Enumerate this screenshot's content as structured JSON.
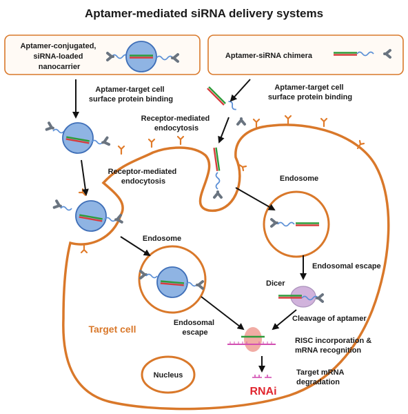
{
  "title": "Aptamer-mediated siRNA delivery systems",
  "boxes": {
    "nanocarrier_label": [
      "Aptamer-conjugated,",
      "siRNA-loaded",
      "nanocarrier"
    ],
    "chimera_label": "Aptamer-siRNA chimera"
  },
  "steps": {
    "left_binding": [
      "Aptamer-target cell",
      "surface protein binding"
    ],
    "right_binding": [
      "Aptamer-target cell",
      "surface protein binding"
    ],
    "right_endocytosis": [
      "Receptor-mediated",
      "endocytosis"
    ],
    "left_endocytosis": [
      "Receptor-mediated",
      "endocytosis"
    ],
    "endosome_right": "Endosome",
    "endosome_left": "Endosome",
    "endosomal_escape_right": "Endosomal escape",
    "endosomal_escape_left": [
      "Endosomal",
      "escape"
    ],
    "dicer": "Dicer",
    "cleavage": "Cleavage of aptamer",
    "risc": [
      "RISC incorporation &",
      "mRNA recognition"
    ],
    "degradation": [
      "Target mRNA",
      "degradation"
    ],
    "rnai": "RNAi",
    "nucleus": "Nucleus",
    "target_cell": "Target cell"
  },
  "colors": {
    "membrane": "#d9782a",
    "receptor": "#e07b2a",
    "nanoparticle_fill": "#8fb4e3",
    "nanoparticle_stroke": "#3f6fb8",
    "aptamer": "#5b8fd6",
    "sirna_green": "#2e9b3a",
    "sirna_red": "#d63c3c",
    "dicer": "#c9a6d6",
    "risc": "#f0a39a",
    "mrna": "#d24fb2",
    "rnai": "#e0262f",
    "target_cell_text": "#d9782a"
  },
  "icons": [
    "aptamer-y-shape",
    "nanoparticle",
    "sirna-duplex",
    "receptor-y",
    "dicer-enzyme",
    "risc-complex",
    "mrna-strand"
  ]
}
